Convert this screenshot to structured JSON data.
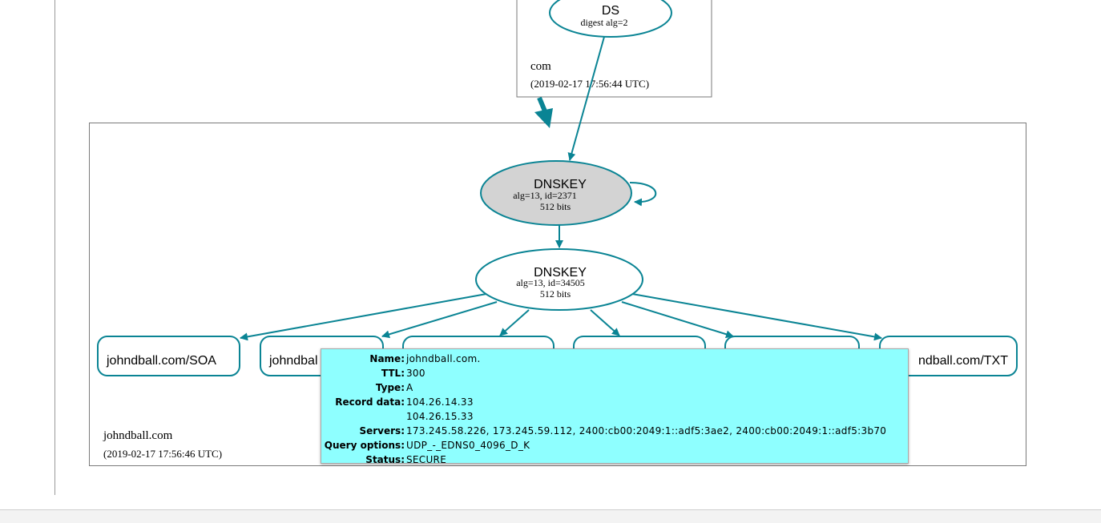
{
  "zones": {
    "parent": {
      "name": "com",
      "timestamp": "(2019-02-17 17:56:44 UTC)"
    },
    "child": {
      "name": "johndball.com",
      "timestamp": "(2019-02-17 17:56:46 UTC)"
    }
  },
  "nodes": {
    "ds": {
      "title": "DS",
      "line1": "digest alg=2"
    },
    "ksk": {
      "title": "DNSKEY",
      "line1": "alg=13, id=2371",
      "line2": "512 bits"
    },
    "zsk": {
      "title": "DNSKEY",
      "line1": "alg=13, id=34505",
      "line2": "512 bits"
    },
    "rrsets": [
      {
        "label": "johndball.com/SOA"
      },
      {
        "label": "johndbal"
      },
      {
        "label": ""
      },
      {
        "label": ""
      },
      {
        "label": ""
      },
      {
        "label": "ndball.com/TXT"
      }
    ]
  },
  "tooltip": {
    "rows": [
      {
        "key": "Name:",
        "value": "johndball.com."
      },
      {
        "key": "TTL:",
        "value": "300"
      },
      {
        "key": "Type:",
        "value": "A"
      },
      {
        "key": "Record data:",
        "value": "104.26.14.33"
      },
      {
        "key": "",
        "value": "104.26.15.33"
      },
      {
        "key": "Servers:",
        "value": "173.245.58.226, 173.245.59.112, 2400:cb00:2049:1::adf5:3ae2, 2400:cb00:2049:1::adf5:3b70"
      },
      {
        "key": "Query options:",
        "value": "UDP_-_EDNS0_4096_D_K"
      },
      {
        "key": "Status:",
        "value": "SECURE"
      }
    ]
  },
  "colors": {
    "edge": "#0a8494",
    "ksk_fill": "#d3d3d3",
    "tooltip_bg": "#8effff",
    "zone_border": "#7a7a7a"
  }
}
